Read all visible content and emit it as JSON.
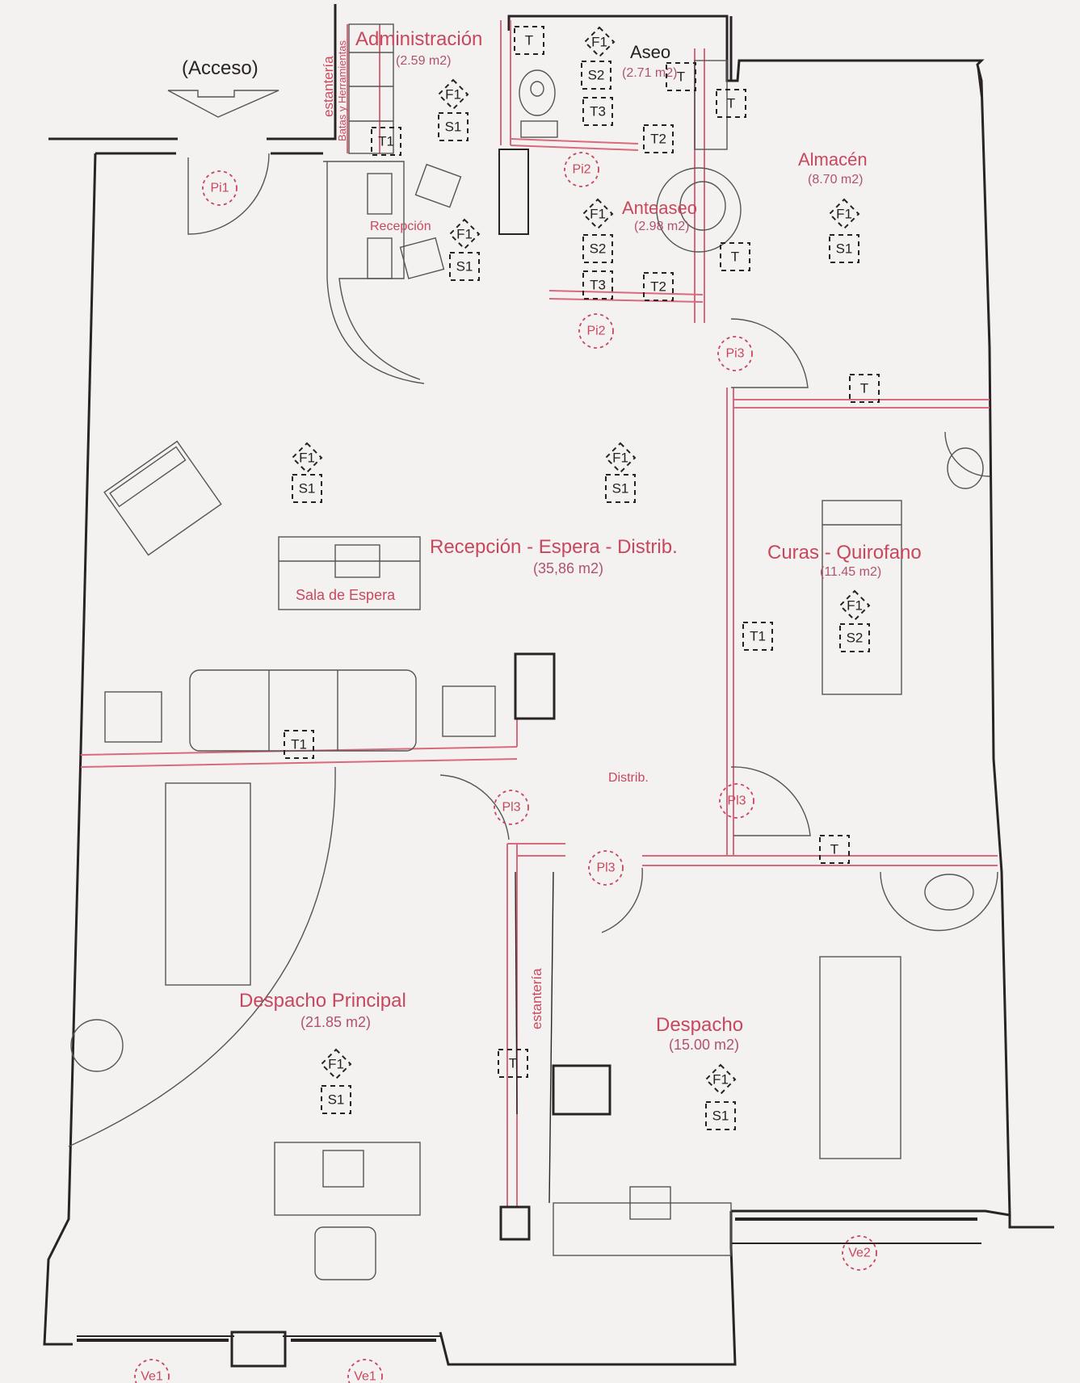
{
  "plan": {
    "access_label": "(Acceso)",
    "shelf_label": "estantería",
    "shelf_sublabel": "Batas y Herramientas",
    "shelf_label_2": "estantería",
    "reception_desk_label": "Recepción",
    "waiting_label": "Sala de Espera",
    "distrib_label": "Distrib."
  },
  "rooms": [
    {
      "name": "Administración",
      "area": "(2.59 m2)"
    },
    {
      "name": "Aseo",
      "area": "(2.71 m2)"
    },
    {
      "name": "Anteaseo",
      "area": "(2.98 m2)"
    },
    {
      "name": "Almacén",
      "area": "(8.70 m2)"
    },
    {
      "name": "Recepción - Espera - Distrib.",
      "area": "(35,86 m2)"
    },
    {
      "name": "Curas - Quirofano",
      "area": "(11.45 m2)"
    },
    {
      "name": "Despacho Principal",
      "area": "(21.85 m2)"
    },
    {
      "name": "Despacho",
      "area": "(15.00 m2)"
    }
  ],
  "symbols": {
    "f1": "F1",
    "s1": "S1",
    "s2": "S2",
    "t": "T",
    "t1": "T1",
    "t2": "T2",
    "t3": "T3"
  },
  "doors": {
    "pi1": "Pi1",
    "pi2": "Pi2",
    "pi3": "Pi3",
    "pl3": "Pl3",
    "ve1": "Ve1",
    "ve2": "Ve2"
  }
}
